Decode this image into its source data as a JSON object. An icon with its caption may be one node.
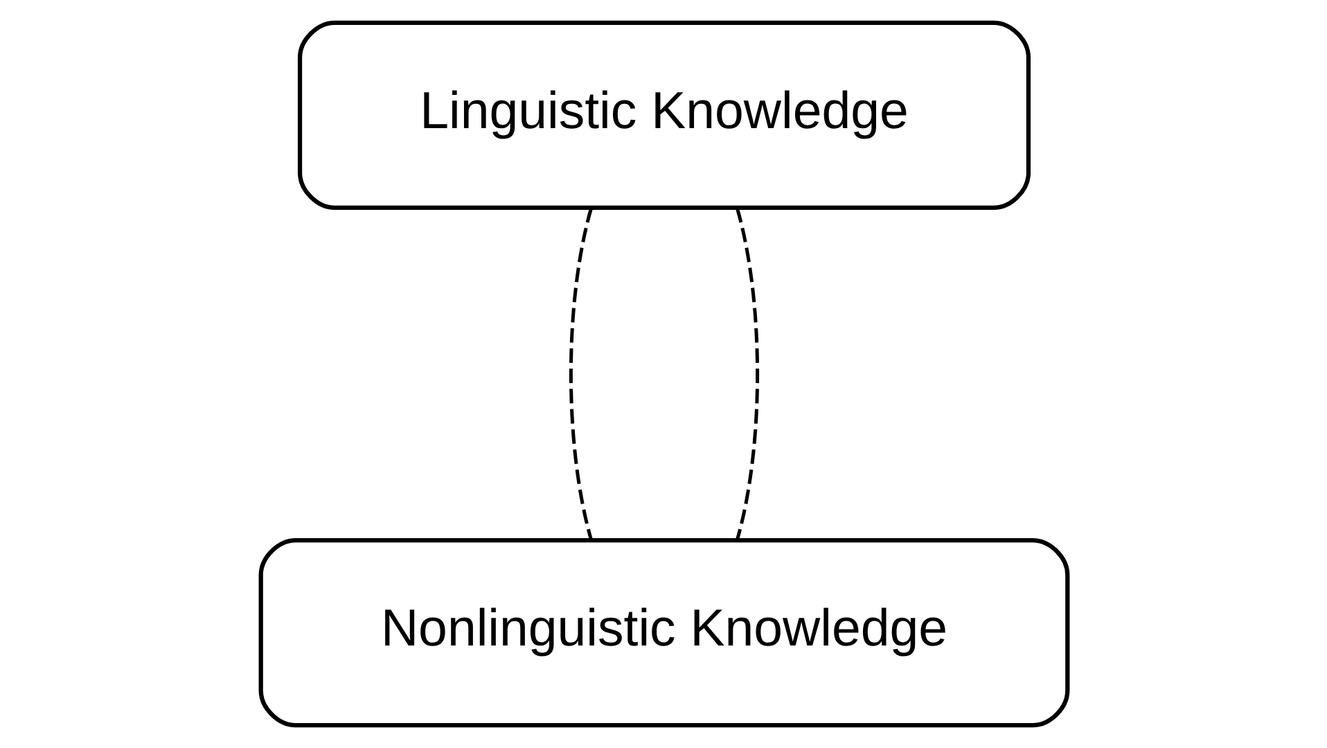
{
  "diagram": {
    "nodes": [
      {
        "text": [
          "Linguistic Knowledge"
        ]
      },
      {
        "text": [
          "Nonlinguistic Knowledge"
        ]
      }
    ],
    "edges": [
      {
        "from": 0,
        "to": 1,
        "arrow": "none",
        "style": "dashed"
      },
      {
        "from": 0,
        "to": 1,
        "arrow": "none",
        "style": "dashed"
      }
    ]
  }
}
